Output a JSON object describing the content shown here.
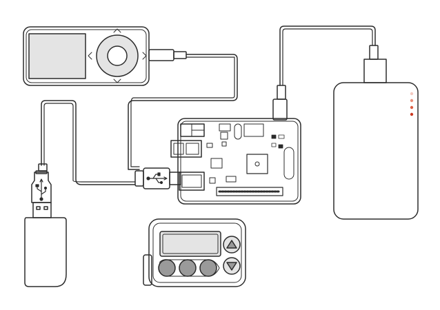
{
  "diagram": {
    "background": "#ffffff",
    "stroke": "#2b2b2b",
    "panel_fill": "#e4e4e4",
    "button_fill": "#9a9a9a",
    "led_colors": [
      "#f4c9c0",
      "#ea8f7a",
      "#dd5f44",
      "#cc3a23"
    ]
  },
  "components": [
    {
      "id": "media-player",
      "icon": "portable-media-player-icon"
    },
    {
      "id": "usb-power-adapter",
      "icon": "wall-charger-icon"
    },
    {
      "id": "power-bank",
      "icon": "battery-pack-icon"
    },
    {
      "id": "single-board-computer",
      "icon": "circuit-board-icon"
    },
    {
      "id": "usb-flash-drive",
      "icon": "usb-stick-icon"
    },
    {
      "id": "insulin-pump",
      "icon": "pager-device-icon"
    }
  ]
}
